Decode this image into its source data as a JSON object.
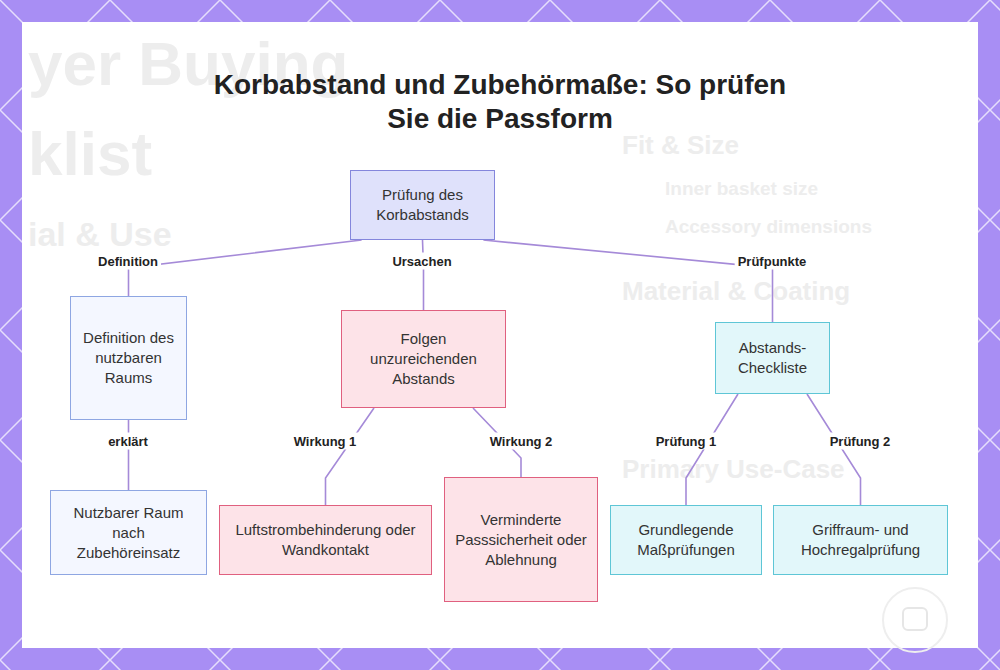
{
  "diagram": {
    "title": "Korbabstand und Zubehörmaße: So prüfen Sie die Passform",
    "nodes": [
      {
        "text": [
          "Prüfung des Korbabstands"
        ]
      },
      {
        "text": [
          "Definition des nutzbaren Raums"
        ]
      },
      {
        "text": [
          "Folgen unzureichenden Abstands"
        ]
      },
      {
        "text": [
          "Abstands-Checkliste"
        ]
      },
      {
        "text": [
          "Nutzbarer Raum nach Zubehöreinsatz"
        ]
      },
      {
        "text": [
          "Luftstrombehinderung oder Wandkontakt"
        ]
      },
      {
        "text": [
          "Verminderte Passsicherheit oder Ablehnung"
        ]
      },
      {
        "text": [
          "Grundlegende Maßprüfungen"
        ]
      },
      {
        "text": [
          "Griffraum- und Hochregalprüfung"
        ]
      }
    ],
    "edges": [
      {
        "from": 0,
        "to": 1,
        "label": "Definition",
        "arrow": "none"
      },
      {
        "from": 0,
        "to": 2,
        "label": "Ursachen",
        "arrow": "none"
      },
      {
        "from": 0,
        "to": 3,
        "label": "Prüfpunkte",
        "arrow": "none"
      },
      {
        "from": 1,
        "to": 4,
        "label": "erklärt",
        "arrow": "none"
      },
      {
        "from": 2,
        "to": 5,
        "label": "Wirkung 1",
        "arrow": "none"
      },
      {
        "from": 2,
        "to": 6,
        "label": "Wirkung 2",
        "arrow": "none"
      },
      {
        "from": 3,
        "to": 7,
        "label": "Prüfung 1",
        "arrow": "none"
      },
      {
        "from": 3,
        "to": 8,
        "label": "Prüfung 2",
        "arrow": "none"
      }
    ],
    "labels": [
      "yer Buying",
      "klist",
      "ial & Use",
      "Fit & Size",
      "Inner basket size",
      "Accessory dimensions",
      "Material & Coating",
      "Primary Use-Case"
    ]
  }
}
